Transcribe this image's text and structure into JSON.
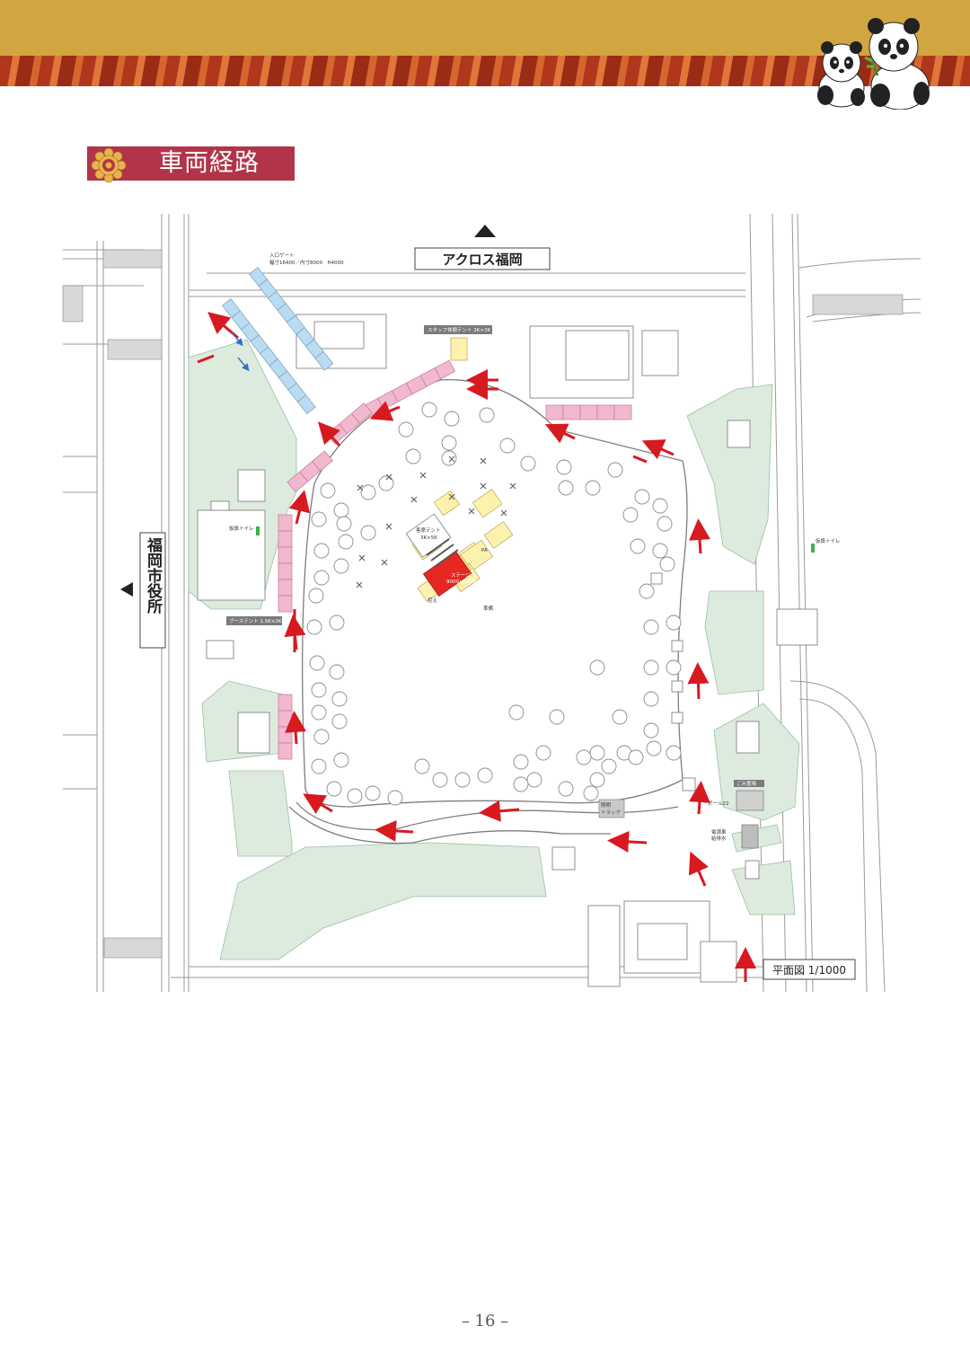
{
  "header": {
    "section_title": "車両経路",
    "icons": [
      "panda-mascot-icon",
      "flower-emblem-icon"
    ]
  },
  "map": {
    "north_label": "アクロス福岡",
    "west_label": "福岡市役所",
    "scale_label": "平面図 1/1000",
    "labels": {
      "entrance_gate": "入口ゲート",
      "entrance_gate_size": "幅寸16400／内寸8000　H4000",
      "staff_tent": "スタッフ休憩テント 2K×3K",
      "guest_tent": "客席テント",
      "guest_tent_size": "3K×5K",
      "stage": "ステージ",
      "stage_size": "9000×5400",
      "pa": "PA",
      "dressing": "控え",
      "prep": "準備",
      "booth_tent": "ブーステント 1.5K×2K",
      "lighting_truck": "照明",
      "truck": "トラック",
      "garbage": "ごみ置場",
      "pole_note": "ポール22",
      "power": "電源車",
      "water_tank": "給排水",
      "toilet": "仮設トイレ"
    },
    "colors": {
      "green_area": "#dcebde",
      "booth_pink": "#f2b8cf",
      "parking_blue": "#b9dcf3",
      "route_arrow": "#d71920",
      "stage_red": "#e52822",
      "tent_yellow": "#fdf1ae"
    }
  },
  "footer": {
    "page_number": "– 16 –"
  }
}
